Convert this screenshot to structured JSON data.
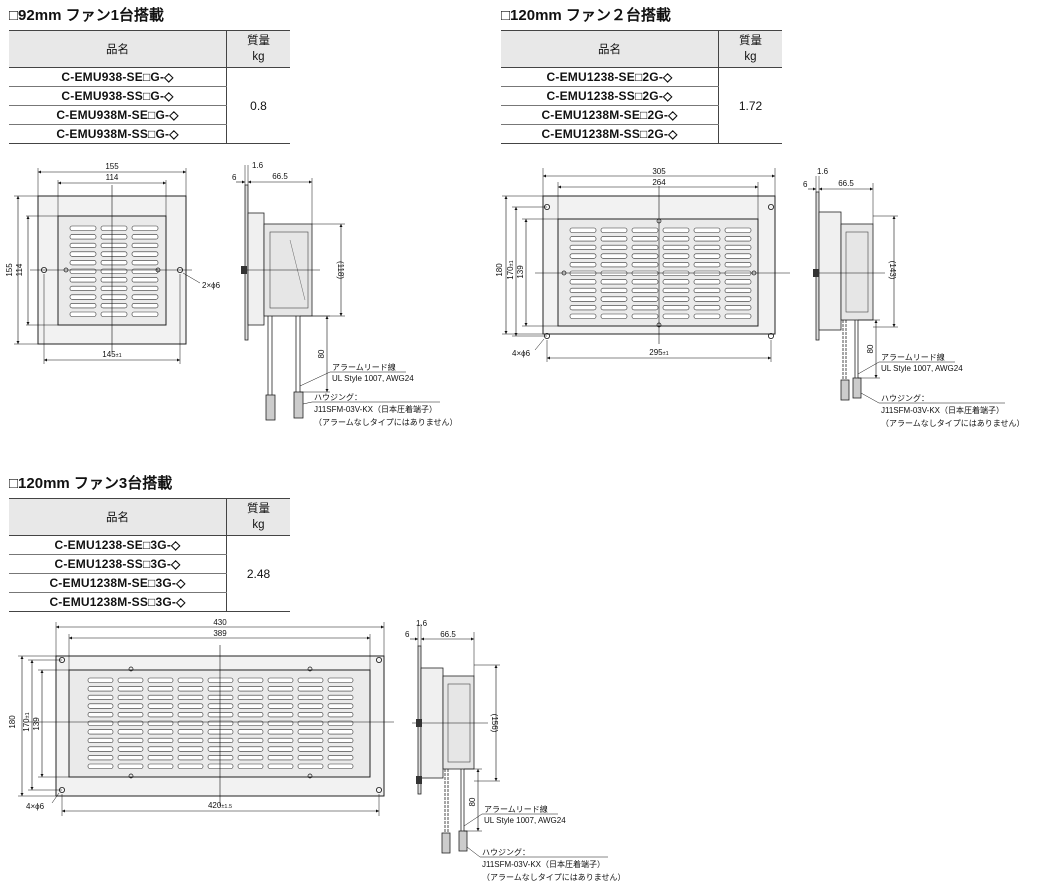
{
  "header": {
    "col_name": "品名",
    "col_mass_1": "質量",
    "col_mass_2": "kg"
  },
  "sections": [
    {
      "title": "□92mm ファン1台搭載",
      "models": [
        "C-EMU938-SE□G-◇",
        "C-EMU938-SS□G-◇",
        "C-EMU938M-SE□G-◇",
        "C-EMU938M-SS□G-◇"
      ],
      "mass": "0.8",
      "dims": {
        "outer_w": "155",
        "louver_w": "114",
        "outer_h": "155",
        "louver_h": "114",
        "hole_pitch": "145",
        "hole_tol": "±1",
        "holes": "2×ϕ6",
        "depth": "66.5",
        "plate": "1.6",
        "flange": "6",
        "body_h": "(118)",
        "lead": "80"
      }
    },
    {
      "title": "□120mm ファン２台搭載",
      "models": [
        "C-EMU1238-SE□2G-◇",
        "C-EMU1238-SS□2G-◇",
        "C-EMU1238M-SE□2G-◇",
        "C-EMU1238M-SS□2G-◇"
      ],
      "mass": "1.72",
      "dims": {
        "outer_w": "305",
        "louver_w": "264",
        "outer_h": "180",
        "hole_v": "170",
        "hole_v_tol": "±1",
        "louver_h": "139",
        "hole_pitch": "295",
        "hole_tol": "±1",
        "holes": "4×ϕ6",
        "depth": "66.5",
        "plate": "1.6",
        "flange": "6",
        "body_h": "(143)",
        "lead": "80"
      }
    },
    {
      "title": "□120mm ファン3台搭載",
      "models": [
        "C-EMU1238-SE□3G-◇",
        "C-EMU1238-SS□3G-◇",
        "C-EMU1238M-SE□3G-◇",
        "C-EMU1238M-SS□3G-◇"
      ],
      "mass": "2.48",
      "dims": {
        "outer_w": "430",
        "louver_w": "389",
        "outer_h": "180",
        "hole_v": "170",
        "hole_v_tol": "±1",
        "louver_h": "139",
        "hole_pitch": "420",
        "hole_tol": "±1.5",
        "holes": "4×ϕ6",
        "depth": "66.5",
        "plate": "1.6",
        "flange": "6",
        "body_h": "(156)",
        "lead": "80"
      }
    }
  ],
  "notes": {
    "alarm_lead": "アラームリード線",
    "ul_style": "UL Style 1007, AWG24",
    "housing": "ハウジング：",
    "housing_part": "J11SFM-03V-KX（日本圧着端子）",
    "housing_note": "（アラームなしタイプにはありません）"
  }
}
